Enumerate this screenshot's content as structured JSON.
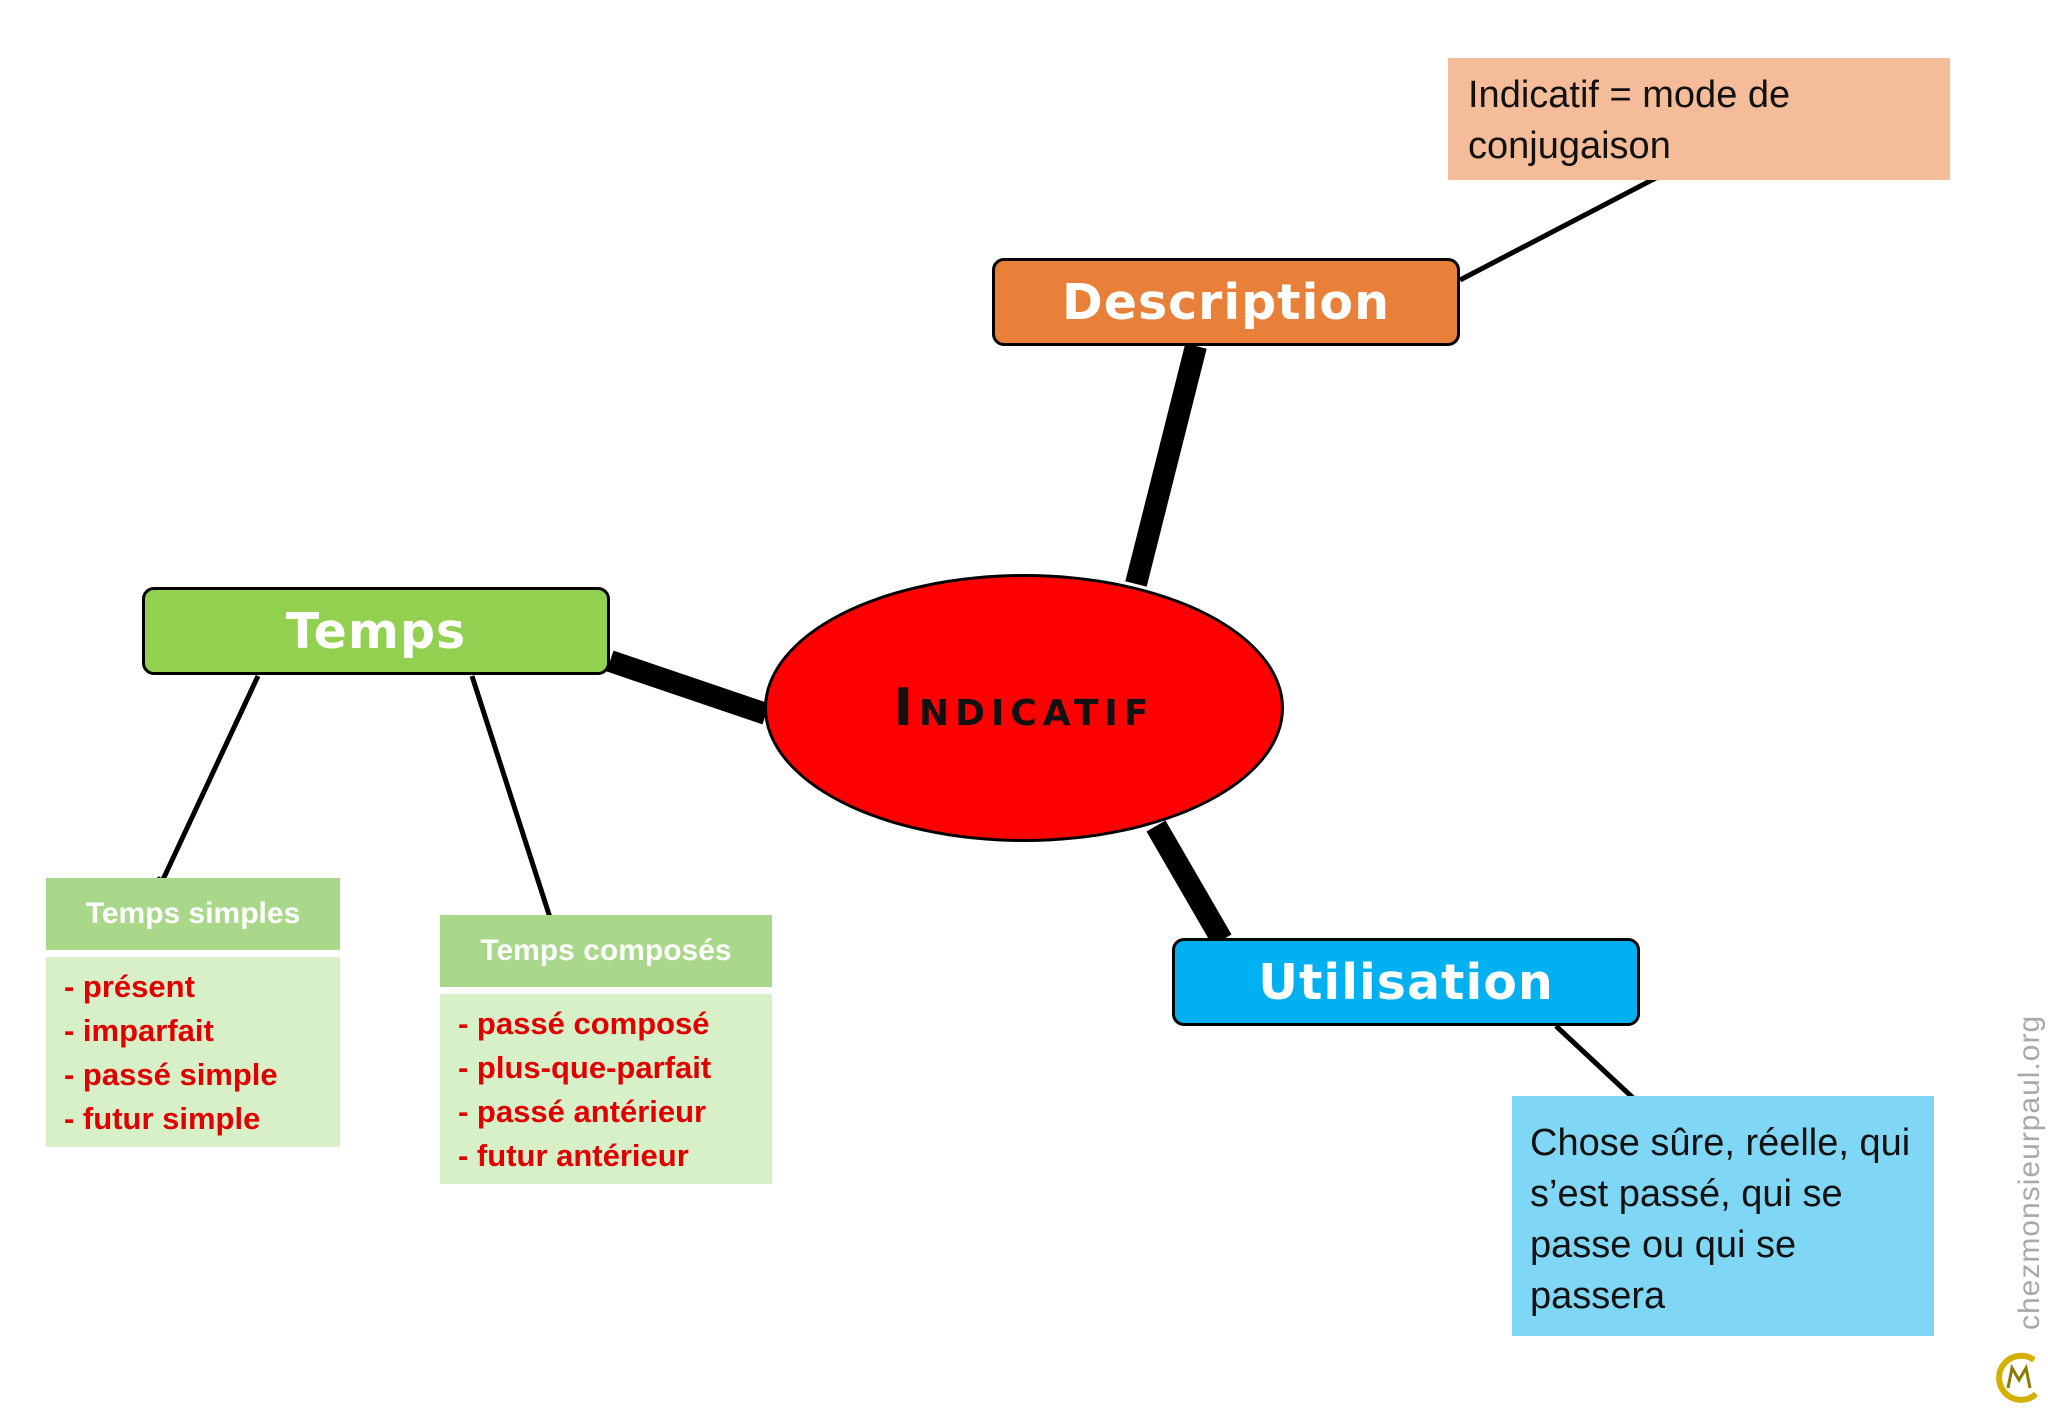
{
  "center": {
    "label": "Indicatif",
    "color": "#ff0000"
  },
  "description": {
    "label": "Description",
    "color": "#e8803a",
    "note": "Indicatif = mode de conjugaison",
    "note_color": "#f4bc98"
  },
  "temps": {
    "label": "Temps",
    "color": "#92d050",
    "simple": {
      "header": "Temps simples",
      "items": [
        "- présent",
        "- imparfait",
        "- passé simple",
        "- futur simple"
      ]
    },
    "compound": {
      "header": "Temps composés",
      "items": [
        "- passé composé",
        "- plus-que-parfait",
        "- passé antérieur",
        "- futur antérieur"
      ]
    },
    "header_color": "#a9d88b",
    "body_color": "#d8f0c8",
    "item_color": "#e00000"
  },
  "utilisation": {
    "label": "Utilisation",
    "color": "#00b0f0",
    "note": "Chose sûre, réelle, qui s’est passé, qui se passe ou qui se passera",
    "note_color": "#7fd6f5"
  },
  "watermark": {
    "text": "chezmonsieurpaul.org",
    "logo_icon": "cmp-logo-icon"
  }
}
